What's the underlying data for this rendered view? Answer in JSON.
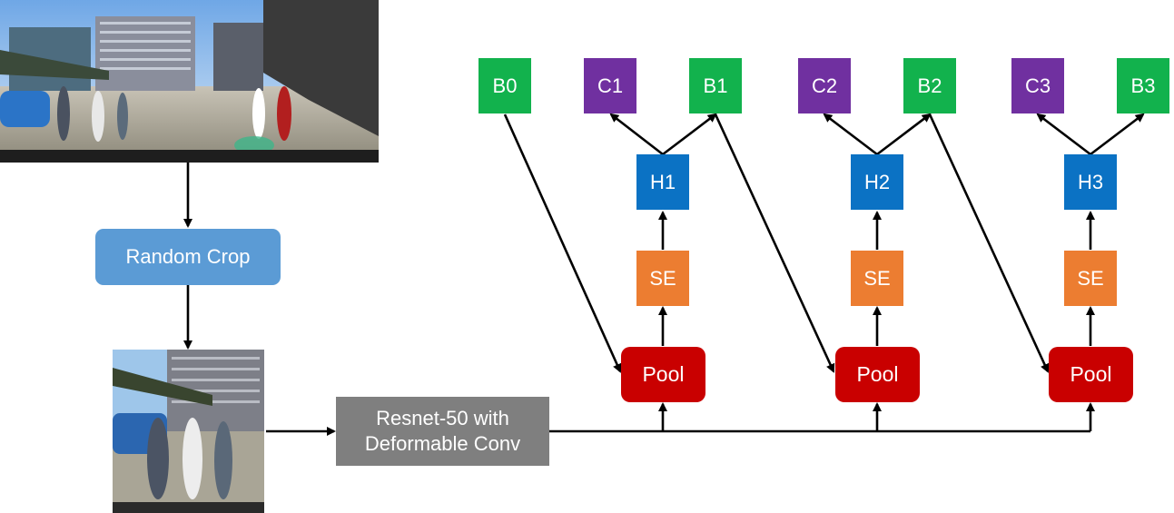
{
  "preprocess": {
    "random_crop": "Random Crop",
    "backbone_line1": "Resnet-50 with",
    "backbone_line2": "Deformable Conv"
  },
  "nodes": {
    "b0": "B0",
    "c1": "C1",
    "b1": "B1",
    "c2": "C2",
    "b2": "B2",
    "c3": "C3",
    "b3": "B3",
    "h1": "H1",
    "h2": "H2",
    "h3": "H3",
    "se": "SE",
    "pool": "Pool"
  },
  "colors": {
    "box_regression": "#12b24d",
    "classification": "#7030a0",
    "head": "#0b72c4",
    "se_block": "#ec7d31",
    "pool": "#c90000",
    "crop": "#5b9bd5",
    "backbone": "#7f7f7f"
  }
}
